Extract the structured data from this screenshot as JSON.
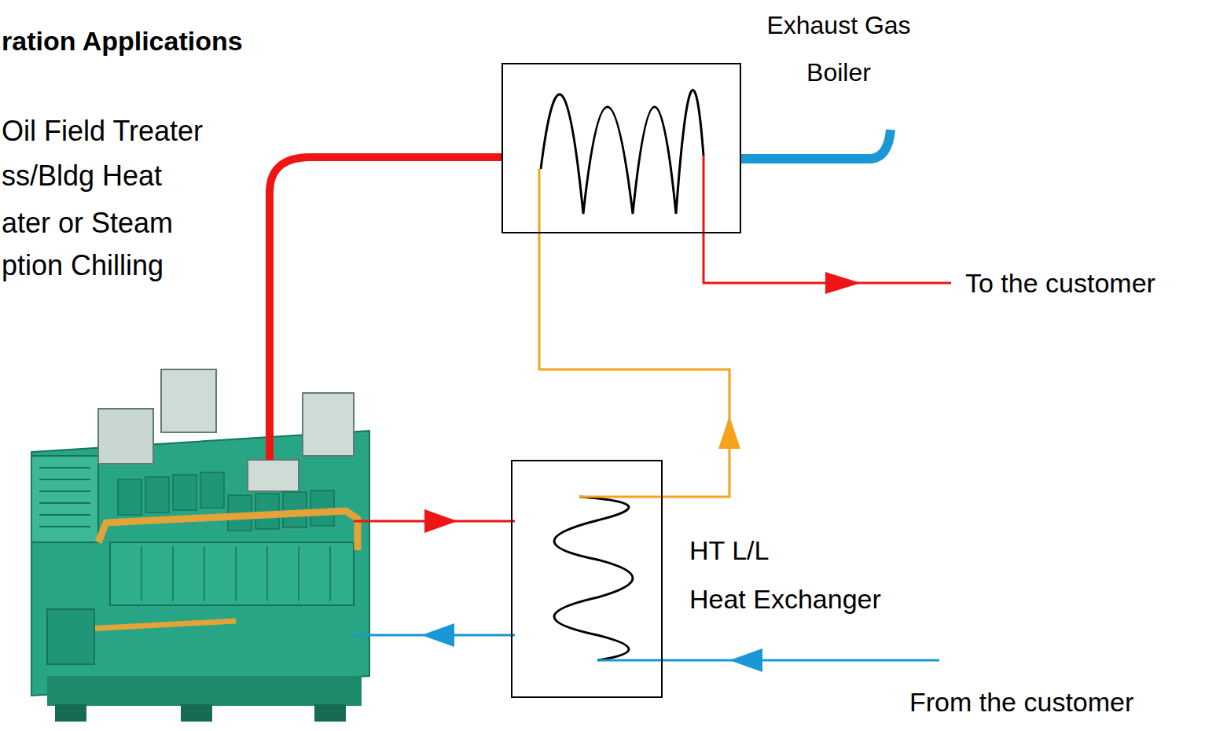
{
  "diagram": {
    "title": "ration Applications",
    "nodes": [
      {
        "text": [
          "Exhaust Gas Boiler"
        ]
      },
      {
        "text": [
          "HT L/L",
          "Heat Exchanger"
        ]
      }
    ],
    "edges": [
      {
        "from": 1,
        "to": 0,
        "arrow": "to"
      }
    ],
    "labels": [
      "Oil Field Treater",
      "ss/Bldg Heat",
      "ater or Steam",
      "ption Chilling",
      "To the customer",
      "From the customer"
    ]
  }
}
